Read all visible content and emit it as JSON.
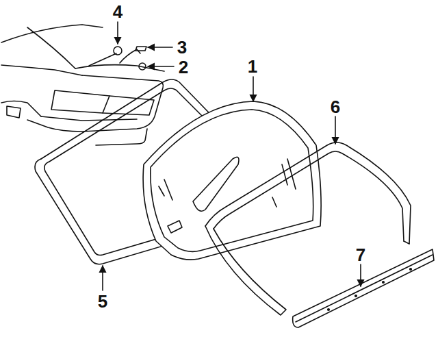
{
  "diagram": {
    "labels": [
      "4",
      "3",
      "2",
      "1",
      "6",
      "5",
      "7"
    ]
  }
}
